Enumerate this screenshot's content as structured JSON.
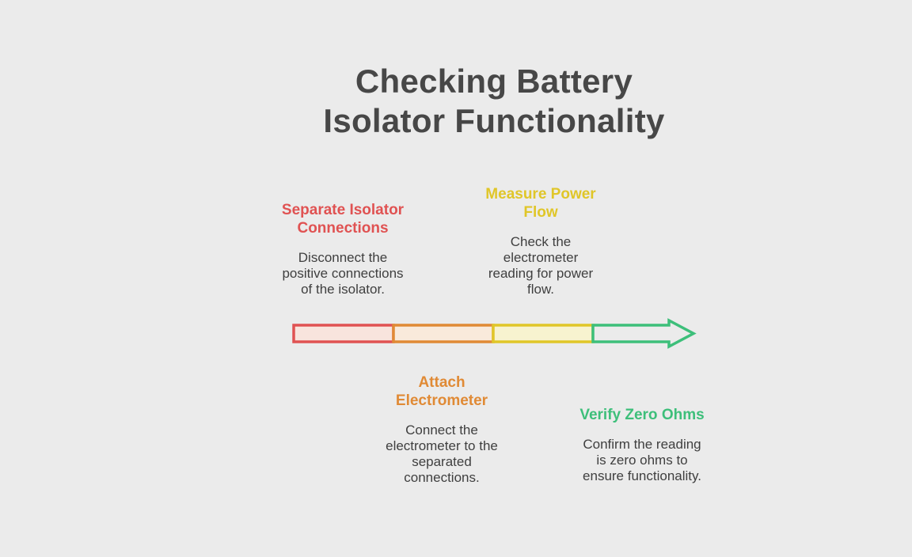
{
  "title_lines": [
    "Checking Battery",
    "Isolator Functionality"
  ],
  "steps": [
    {
      "title_lines": [
        "Separate Isolator",
        "Connections"
      ],
      "desc_lines": [
        "Disconnect the",
        "positive connections",
        "of the isolator."
      ],
      "color": "#e05252",
      "fill": "#f8e4dd",
      "position": "above"
    },
    {
      "title_lines": [
        "Attach",
        "Electrometer"
      ],
      "desc_lines": [
        "Connect the",
        "electrometer to the",
        "separated",
        "connections."
      ],
      "color": "#e08a35",
      "fill": "#f9eadb",
      "position": "below"
    },
    {
      "title_lines": [
        "Measure Power",
        "Flow"
      ],
      "desc_lines": [
        "Check the",
        "electrometer",
        "reading for power",
        "flow."
      ],
      "color": "#e0c628",
      "fill": "#f7f3cf",
      "position": "above"
    },
    {
      "title_lines": [
        "Verify Zero Ohms"
      ],
      "desc_lines": [
        "Confirm the reading",
        "is zero ohms to",
        "ensure functionality."
      ],
      "color": "#3dbf7a",
      "fill": "#ebebeb",
      "position": "below"
    }
  ]
}
